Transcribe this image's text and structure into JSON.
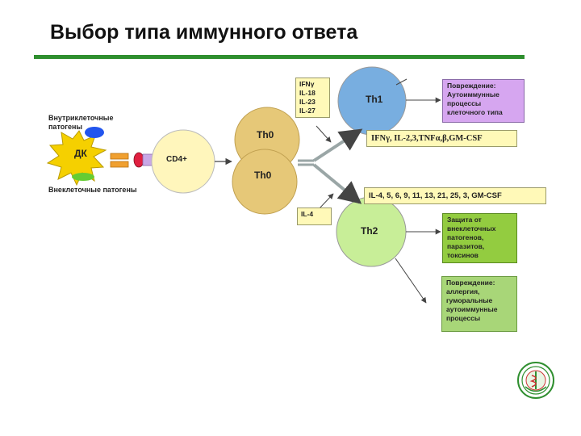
{
  "slide": {
    "title": "Выбор типа иммунного ответа"
  },
  "diagram": {
    "intracellular_label_1": "Внутриклеточные",
    "intracellular_label_2": "патогены",
    "extracellular_label": "Внеклеточные патогены",
    "dc_label": "ДК",
    "cd4_label": "CD4+",
    "th0_upper_label": "Th0",
    "th0_lower_label": "Th0",
    "th1_label": "Th1",
    "th2_label": "Th2",
    "th1_inducers": "IFNγ\nIL-18\nIL-23\nIL-27",
    "th2_inducers": "IL-4",
    "th1_cytokines": "IFNγ, IL-2,3,TNFα,β,GM-CSF",
    "th2_cytokines": "IL-4, 5, 6, 9, 11, 13, 21, 25, 3, GM-CSF",
    "th1_damage": "Повреждение:\nАутоиммунные\nпроцессы\nклеточного типа",
    "th2_protection": "Защита от\nвнеклеточных\nпатогенов,\nпаразитов,\nтоксинов",
    "th2_damage": "Повреждение:\nаллергия,\nгуморальные\nаутоиммунные\nпроцессы"
  },
  "colors": {
    "title_rule": "#2f8f2f",
    "th0_fill": "#e6c878",
    "cd4_fill": "#fff6bc",
    "th1_fill": "#78aee0",
    "th2_fill": "#c8ee98",
    "dk_star": "#f5d000",
    "th1_damage_fill": "#d6a6f0",
    "th2_protection_fill": "#93cc40",
    "th2_damage_fill": "#a8d678",
    "cytokine_box_fill": "#fff9b8",
    "pathogen_blue": "#2255ee",
    "pathogen_green": "#66cc33"
  },
  "logo_icon": "medical-emblem-icon"
}
